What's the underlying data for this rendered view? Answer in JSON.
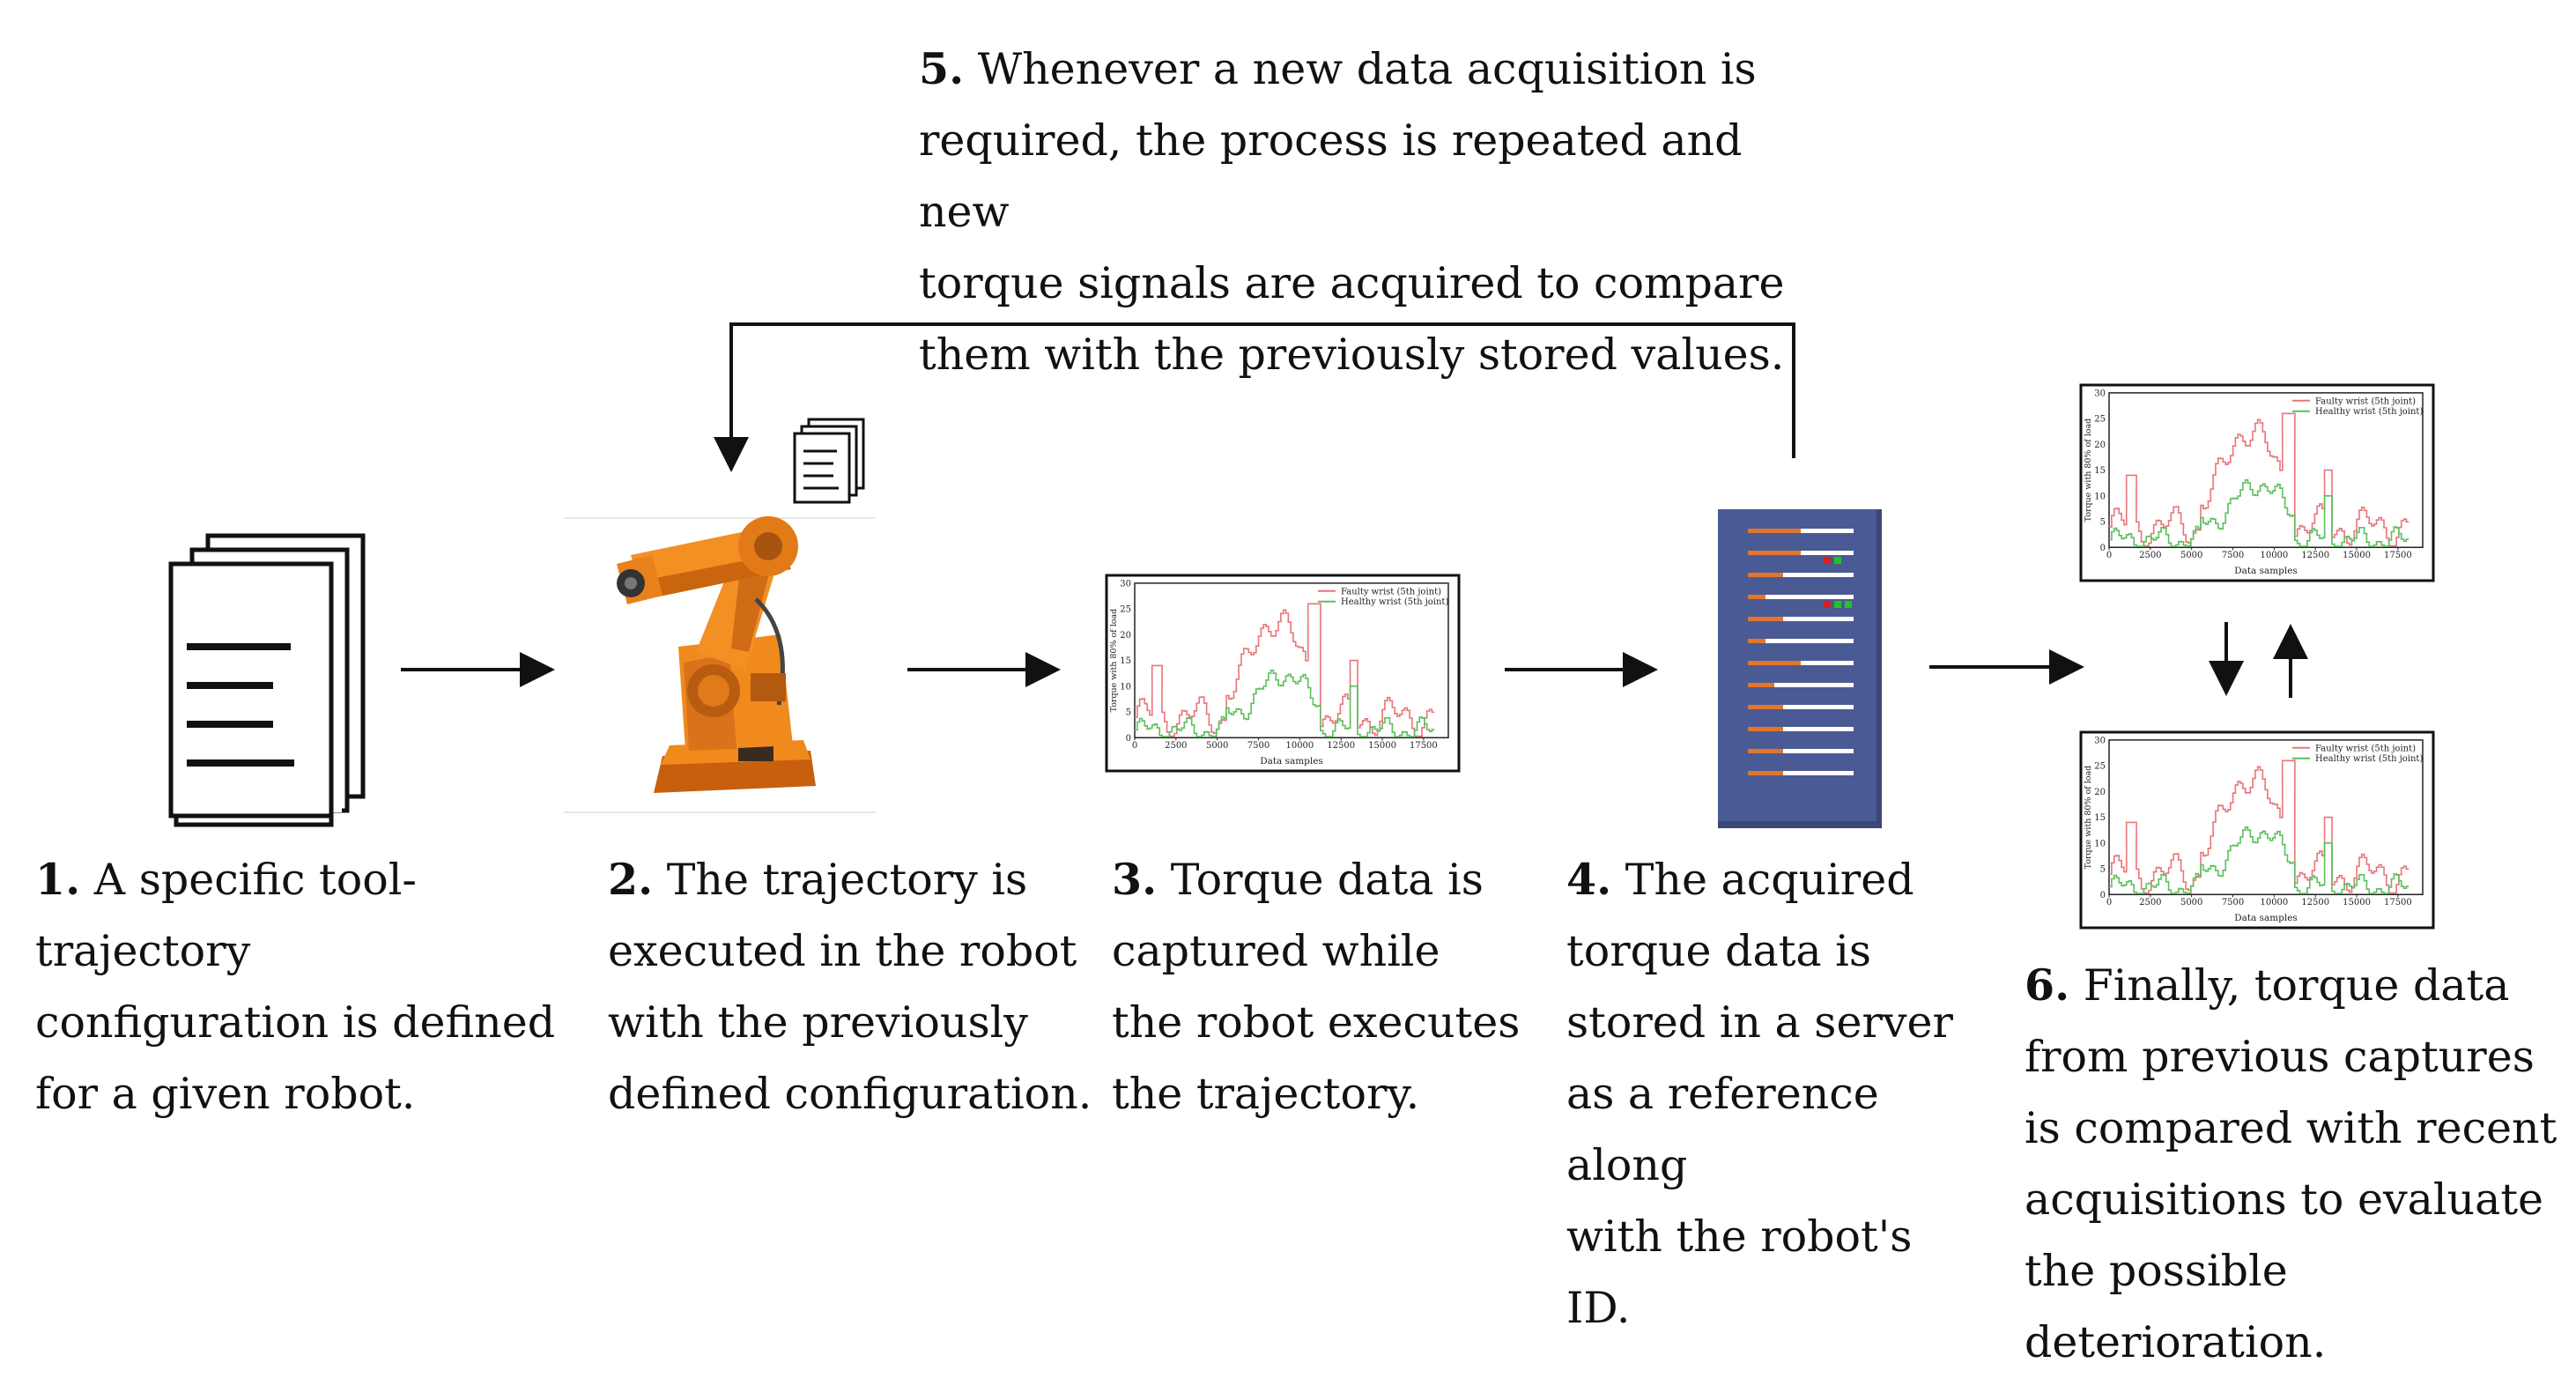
{
  "steps": [
    {
      "number": "1.",
      "text": "A specific tool-trajectory\nconfiguration is defined\nfor a given robot."
    },
    {
      "number": "2.",
      "text": "The trajectory is\nexecuted in the robot\nwith the previously\ndefined configuration."
    },
    {
      "number": "3.",
      "text": "Torque data is\ncaptured while\nthe robot executes\nthe trajectory."
    },
    {
      "number": "4.",
      "text": "The acquired\ntorque data is\nstored in a server\nas a reference along\nwith the robot's ID."
    },
    {
      "number": "5.",
      "text": "Whenever a new data acquisition is\nrequired, the process is repeated and new\ntorque signals are acquired to compare\nthem with the previously stored values."
    },
    {
      "number": "6.",
      "text": "Finally, torque data\n from previous captures\nis compared with recent\nacquisitions to evaluate\nthe possible deterioration."
    }
  ],
  "torque_plot": {
    "legend": [
      "Faulty wrist (5th joint)",
      "Healthy wrist (5th joint)"
    ],
    "ylabel": "Torque with 80% of load",
    "xlabel": "Data samples",
    "x_ticks": [
      "0",
      "2500",
      "5000",
      "7500",
      "10000",
      "12500",
      "15000",
      "17500"
    ],
    "y_ticks": [
      "0",
      "5",
      "10",
      "15",
      "20",
      "25",
      "30"
    ],
    "colors": {
      "faulty": "#e8757a",
      "healthy": "#5cbf5c"
    }
  },
  "colors": {
    "robot": "#f08a1c",
    "server": "#4a5a94",
    "server_bar": "#e0762e",
    "led_red": "#d42020",
    "led_green": "#22c422",
    "arrow": "#111111"
  }
}
